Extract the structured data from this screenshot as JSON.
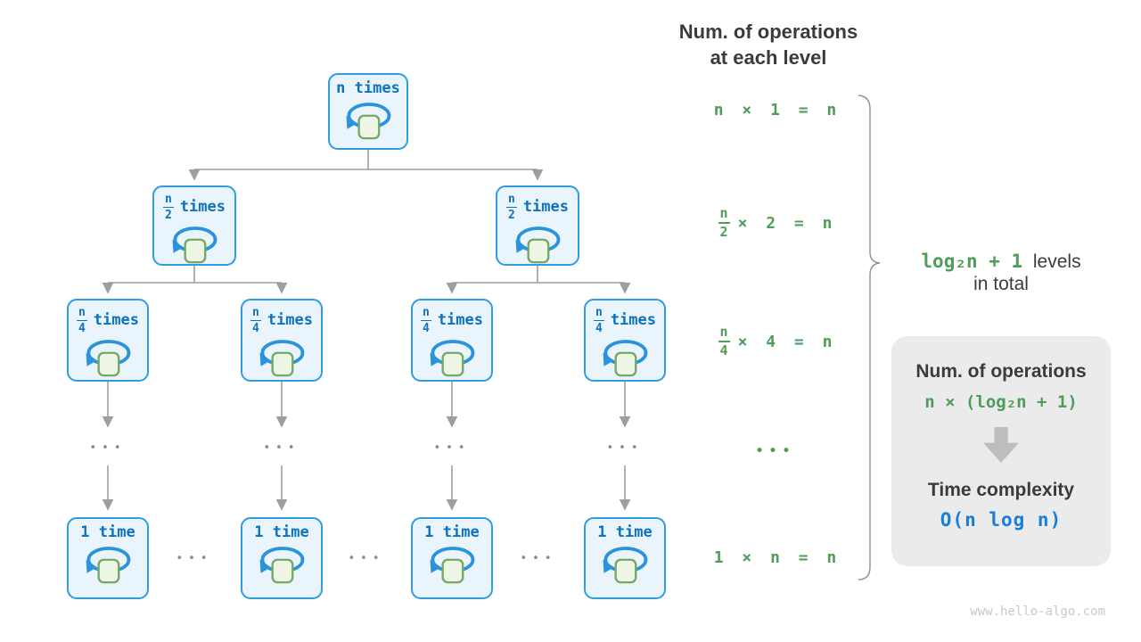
{
  "colors": {
    "node_border": "#2f9ce4",
    "node_fill": "#e9f4fc",
    "node_text": "#0e72bd",
    "loop_blue": "#2b93dc",
    "square_fill": "#edf5e4",
    "square_border": "#76a865",
    "green": "#4f9d58",
    "blue": "#177fd8",
    "dark": "#3b3b3b",
    "gray": "#9e9e9e",
    "box_bg": "#ebebeb",
    "watermark": "#c9c9c9"
  },
  "header": {
    "line1": "Num. of operations",
    "line2": "at each level"
  },
  "tree": {
    "root": {
      "label": "n times"
    },
    "half": {
      "numerator": "n",
      "denominator": "2",
      "suffix": "times"
    },
    "quarter": {
      "numerator": "n",
      "denominator": "4",
      "suffix": "times"
    },
    "leaf": {
      "label": "1 time"
    },
    "ellipsis": "•••"
  },
  "equations": {
    "level1": "n × 1 = n",
    "level2": {
      "numerator": "n",
      "denominator": "2",
      "rest": "× 2 = n"
    },
    "level3": {
      "numerator": "n",
      "denominator": "4",
      "rest": "× 4 = n"
    },
    "ellipsis": "•••",
    "level_last": "1 × n = n"
  },
  "levels_note": {
    "highlight": "log₂n + 1",
    "text": "levels",
    "line2": "in total"
  },
  "summary": {
    "title": "Num. of operations",
    "formula": "n × (log₂n + 1)",
    "subtitle": "Time complexity",
    "result": "O(n log n)"
  },
  "watermark": "www.hello-algo.com"
}
